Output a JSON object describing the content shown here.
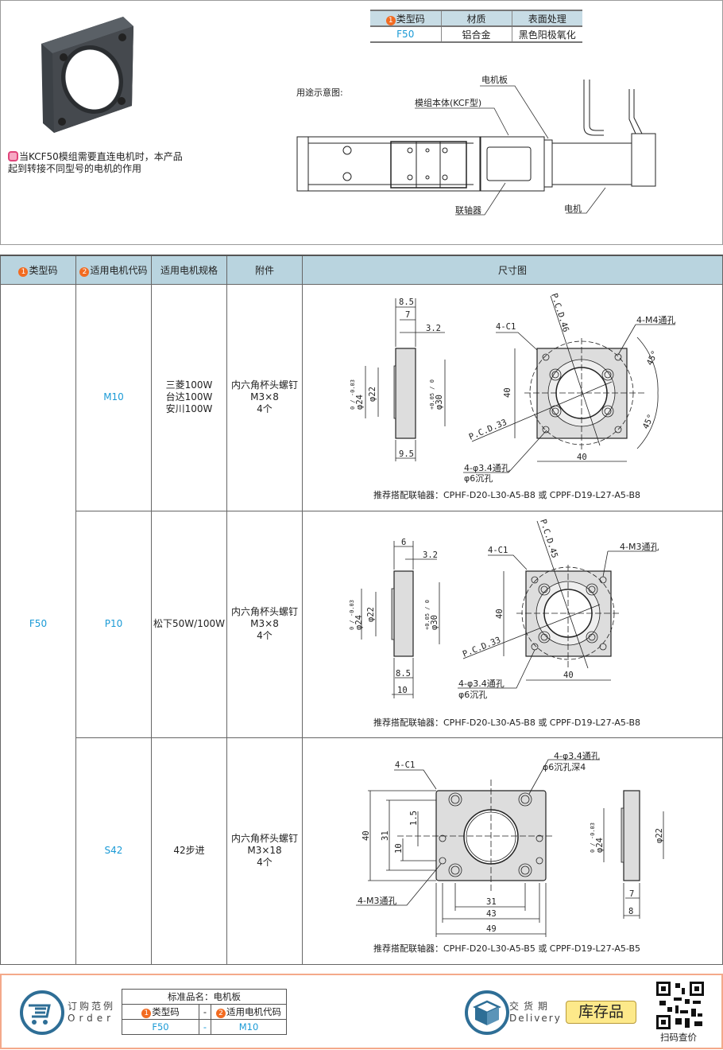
{
  "intro": {
    "note": "当KCF50模组需要直连电机时，本产品起到转接不同型号的电机的作用",
    "spec_table": {
      "headers": [
        "类型码",
        "材质",
        "表面处理"
      ],
      "row": [
        "F50",
        "铝合金",
        "黑色阳极氧化"
      ]
    },
    "usage": {
      "title": "用途示意图:",
      "motor_plate": "电机板",
      "module_body": "模组本体(KCF型)",
      "coupling": "联轴器",
      "motor": "电机"
    }
  },
  "main_table": {
    "headers": [
      "类型码",
      "适用电机代码",
      "适用电机规格",
      "附件",
      "尺寸图"
    ],
    "type_code": "F50",
    "rows": [
      {
        "motor_code": "M10",
        "motor_spec": [
          "三菱100W",
          "台达100W",
          "安川100W"
        ],
        "accessory": [
          "内六角杯头螺钉",
          "M3×8",
          "4个"
        ],
        "dims": {
          "t1": "8.5",
          "t2": "7",
          "t3": "3.2",
          "t4": "9.5",
          "d24": "φ24",
          "d24tol": "0 / -0.03",
          "d22": "φ22",
          "d30": "φ30",
          "d30tol": "+0.05 / 0",
          "chamfer": "4-C1",
          "pcd_outer": "P.C.D.46",
          "thread": "4-M4通孔",
          "ang1": "45°",
          "ang2": "45°",
          "h": "40",
          "w": "40",
          "pcd_inner": "P.C.D.33",
          "hole": "4-φ3.4通孔",
          "cbore": "φ6沉孔"
        },
        "recommend": "推荐搭配联轴器：CPHF-D20-L30-A5-B8 或 CPPF-D19-L27-A5-B8"
      },
      {
        "motor_code": "P10",
        "motor_spec": [
          "松下50W/100W"
        ],
        "accessory": [
          "内六角杯头螺钉",
          "M3×8",
          "4个"
        ],
        "dims": {
          "t1": "6",
          "t3": "3.2",
          "t4": "8.5",
          "t5": "10",
          "d24": "φ24",
          "d24tol": "0 / -0.03",
          "d22": "φ22",
          "d30": "φ30",
          "d30tol": "+0.05 / 0",
          "chamfer": "4-C1",
          "pcd_outer": "P.C.D.45",
          "thread": "4-M3通孔",
          "h": "40",
          "w": "40",
          "pcd_inner": "P.C.D.33",
          "hole": "4-φ3.4通孔",
          "cbore": "φ6沉孔"
        },
        "recommend": "推荐搭配联轴器：CPHF-D20-L30-A5-B8 或 CPPF-D19-L27-A5-B8"
      },
      {
        "motor_code": "S42",
        "motor_spec": [
          "42步进"
        ],
        "accessory": [
          "内六角杯头螺钉",
          "M3×18",
          "4个"
        ],
        "dims": {
          "hole": "4-φ3.4通孔",
          "cbore": "φ6沉孔深4",
          "chamfer": "4-C1",
          "h40": "40",
          "h31": "31",
          "h15": "1.5",
          "h10": "10",
          "thread": "4-M3通孔",
          "w31": "31",
          "w43": "43",
          "w49": "49",
          "d24": "φ24",
          "d24tol": "0 / -0.03",
          "d22": "φ22",
          "t7": "7",
          "t8": "8"
        },
        "recommend": "推荐搭配联轴器：CPHF-D20-L30-A5-B5 或 CPPF-D19-L27-A5-B5"
      }
    ]
  },
  "footer": {
    "order_cn": "订购范例",
    "order_en": "Order",
    "std_name": "标准品名：电机板",
    "col1": "类型码",
    "sep": "-",
    "col2": "适用电机代码",
    "val1": "F50",
    "val2": "M10",
    "delivery_cn": "交货期",
    "delivery_en": "Delivery",
    "stock": "库存品",
    "qr_label": "扫码查价"
  }
}
